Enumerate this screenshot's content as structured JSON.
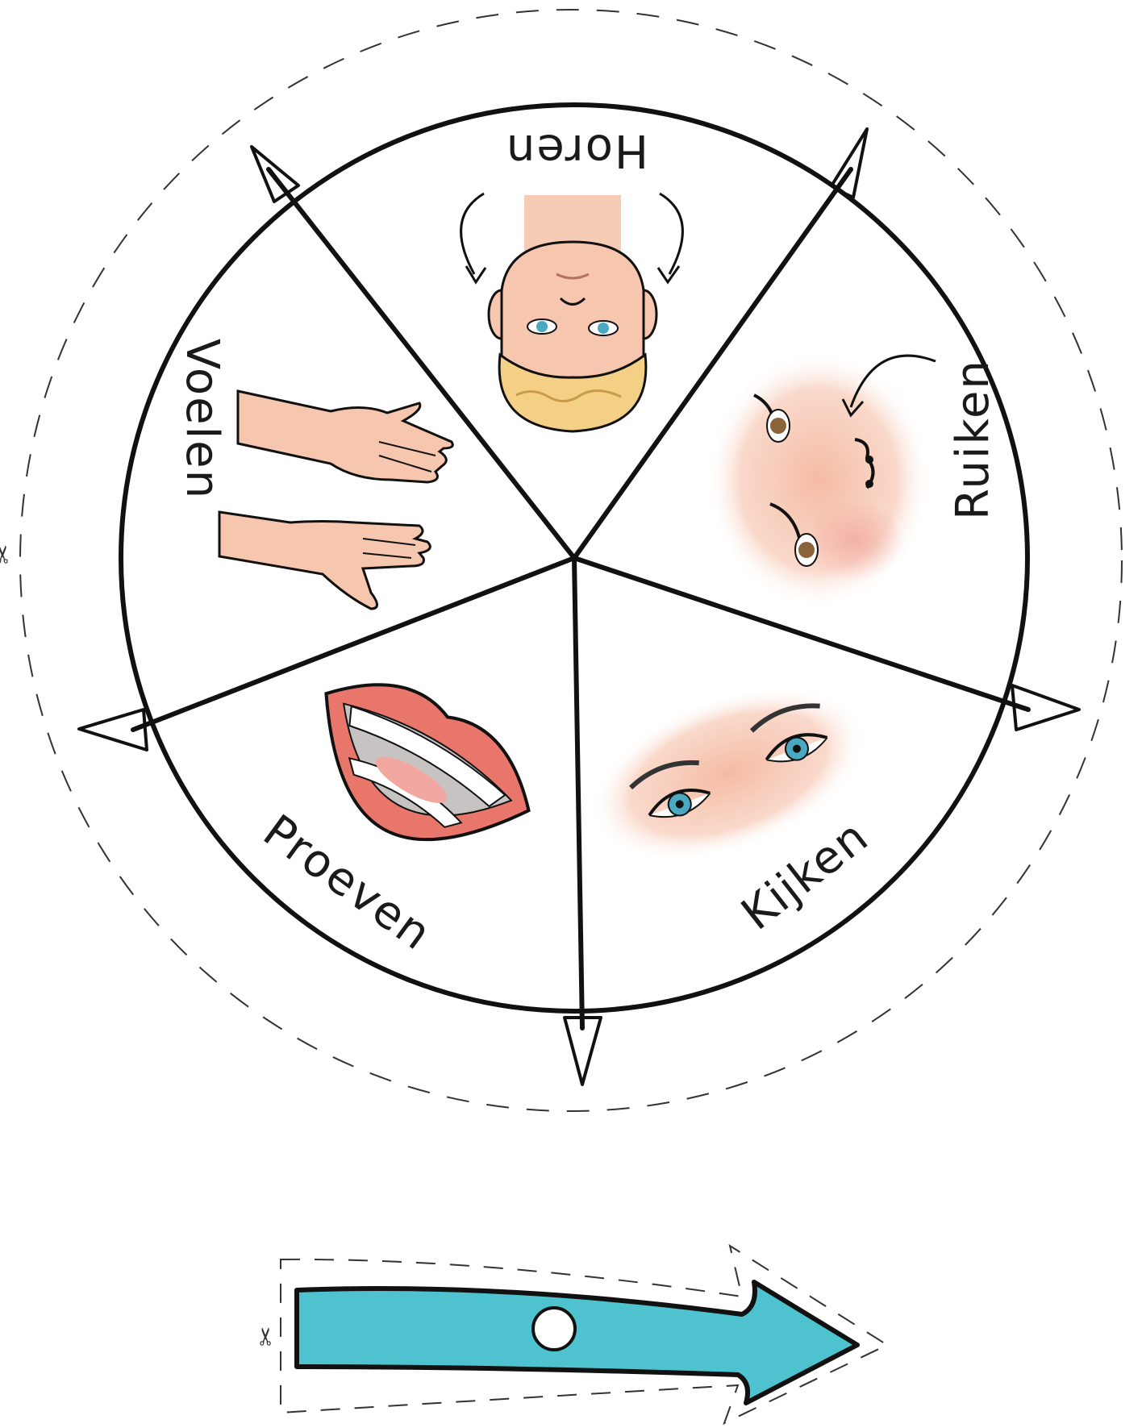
{
  "wheel": {
    "segments": [
      {
        "label": "Horen",
        "picture": "upside-down-head-with-arrows-to-ears"
      },
      {
        "label": "Ruiken",
        "picture": "face-with-arrow-to-nose"
      },
      {
        "label": "Kijken",
        "picture": "pair-of-eyes"
      },
      {
        "label": "Proeven",
        "picture": "open-mouth-with-teeth"
      },
      {
        "label": "Voelen",
        "picture": "two-hands"
      }
    ]
  },
  "colors": {
    "arrow_fill": "#4ec3cf",
    "skin": "#f6c6ae",
    "hair": "#f4cf86",
    "lips": "#e8766b",
    "iris_blue": "#4aa9c0",
    "iris_brown": "#8a6438",
    "outline": "#111111"
  },
  "icons": {
    "cut_mark": "scissors-icon"
  }
}
